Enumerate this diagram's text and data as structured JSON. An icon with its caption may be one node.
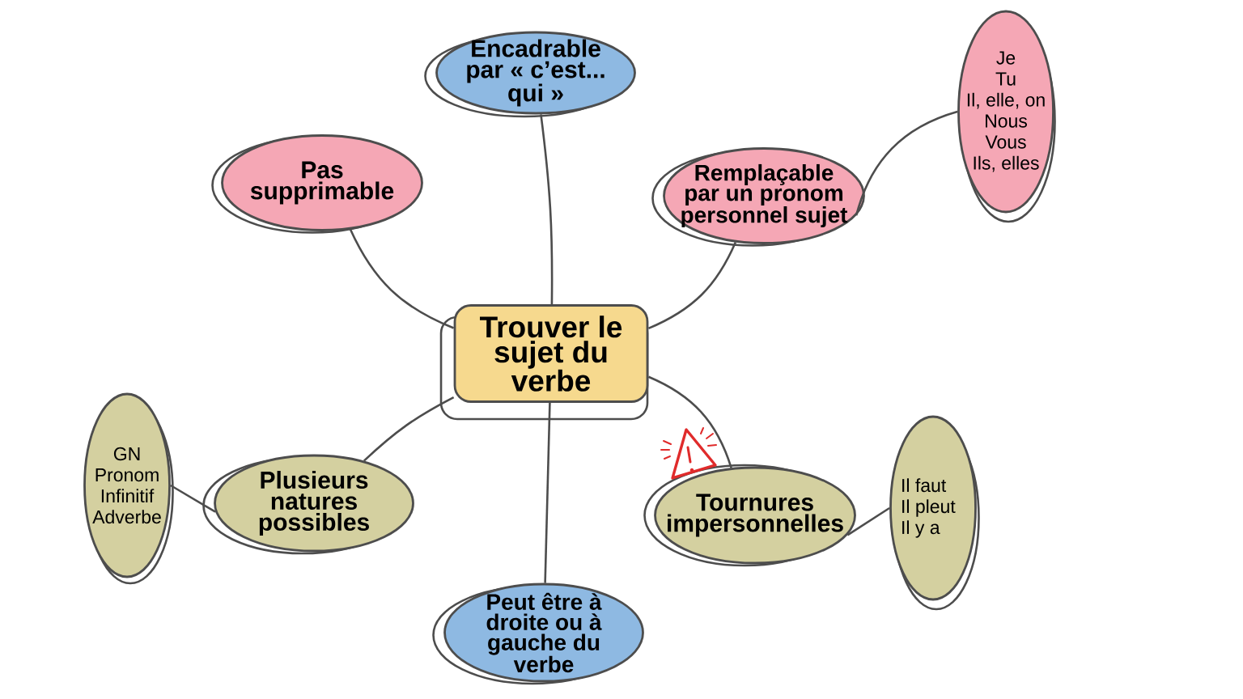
{
  "diagram": {
    "nodes": [
      {
        "text": [
          "Trouver le sujet du verbe"
        ]
      },
      {
        "text": [
          "Encadrable par « c’est... qui »"
        ]
      },
      {
        "text": [
          "Pas supprimable"
        ]
      },
      {
        "text": [
          "Remplaçable par un pronom personnel sujet"
        ]
      },
      {
        "text": [
          "Je",
          "Tu",
          "Il, elle, on",
          "Nous",
          "Vous",
          "Ils, elles"
        ]
      },
      {
        "text": [
          "Plusieurs natures possibles"
        ]
      },
      {
        "text": [
          "GN",
          "Pronom",
          "Infinitif",
          "Adverbe"
        ]
      },
      {
        "text": [
          "Tournures impersonnelles"
        ]
      },
      {
        "text": [
          "Il faut",
          "Il pleut",
          "Il y a"
        ]
      },
      {
        "text": [
          "Peut être à droite ou à gauche du verbe"
        ]
      }
    ],
    "edges": [
      {
        "from": 0,
        "to": 1,
        "arrow": "none"
      },
      {
        "from": 0,
        "to": 2,
        "arrow": "none"
      },
      {
        "from": 0,
        "to": 3,
        "arrow": "none"
      },
      {
        "from": 3,
        "to": 4,
        "arrow": "none"
      },
      {
        "from": 0,
        "to": 5,
        "arrow": "none"
      },
      {
        "from": 5,
        "to": 6,
        "arrow": "none"
      },
      {
        "from": 0,
        "to": 7,
        "arrow": "none"
      },
      {
        "from": 7,
        "to": 8,
        "arrow": "none"
      },
      {
        "from": 0,
        "to": 9,
        "arrow": "none"
      }
    ]
  }
}
